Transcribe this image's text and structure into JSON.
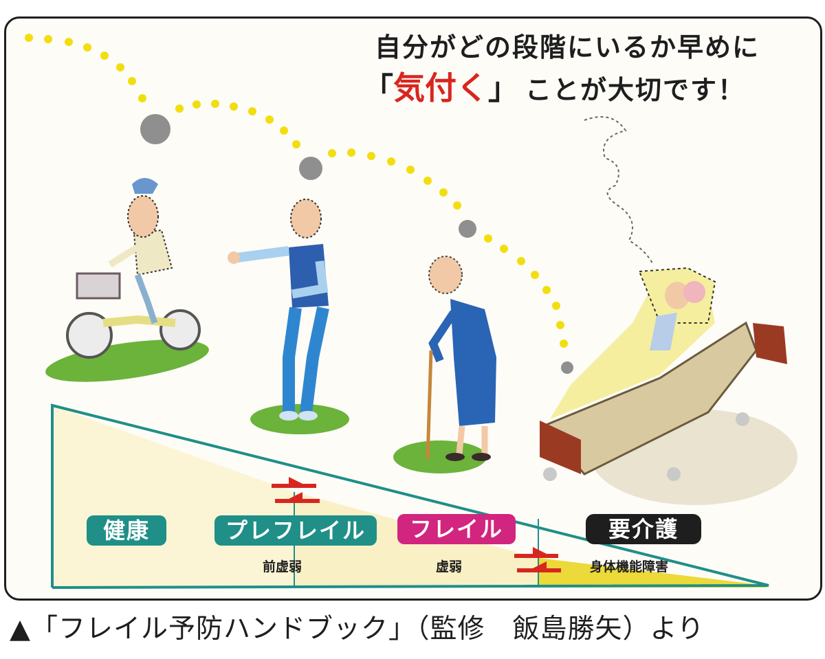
{
  "headline": {
    "line1": "自分がどの段階にいるか早めに",
    "line2_open_bracket": "「",
    "line2_emphasis": "気付く",
    "line2_close_bracket": "」",
    "line2_rest": "ことが大切です！",
    "emphasis_color": "#d8261f"
  },
  "stages": [
    {
      "label": "健康",
      "sublabel": "",
      "color": "#1f8f88"
    },
    {
      "label": "プレフレイル",
      "sublabel": "前虚弱",
      "color": "#1f8f88"
    },
    {
      "label": "フレイル",
      "sublabel": "虚弱",
      "color": "#d1257f"
    },
    {
      "label": "要介護",
      "sublabel": "身体機能障害",
      "color": "#1e1e1e"
    }
  ],
  "illustrations": [
    {
      "name": "elderly-man-cycling",
      "stage": "健康"
    },
    {
      "name": "elderly-man-standing",
      "stage": "プレフレイル"
    },
    {
      "name": "elderly-woman-with-cane",
      "stage": "フレイル"
    },
    {
      "name": "elderly-person-in-care-bed",
      "stage": "要介護"
    }
  ],
  "colors": {
    "slope_outline": "#1f8f88",
    "slope_fill_light": "#fbf5d5",
    "slope_fill_mid": "#f8efbf",
    "slope_fill_care": "#ecd93a",
    "arrow": "#d8261f",
    "dot_trail": "#f2de10",
    "ball": "#8f8f8f",
    "grass": "#6bb33a"
  },
  "caption": "▲「フレイル予防ハンドブック」（監修　飯島勝矢）より"
}
